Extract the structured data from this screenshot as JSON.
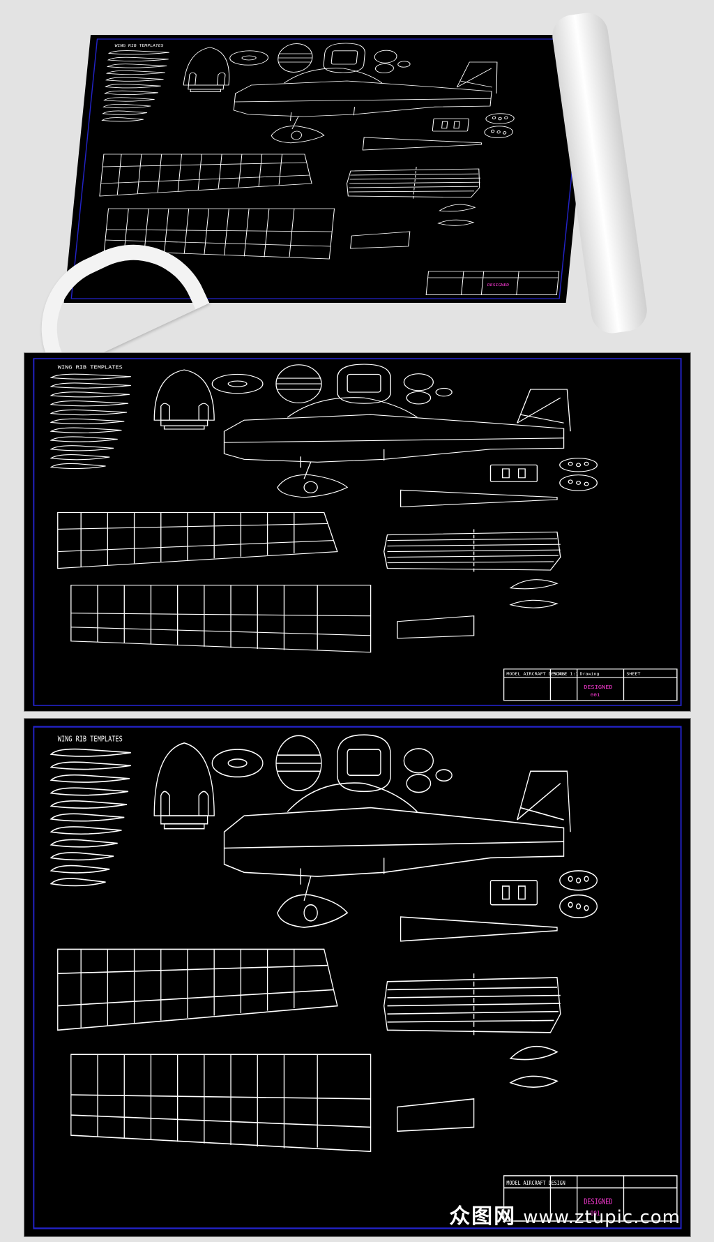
{
  "sheet": {
    "heading": "WING RIB TEMPLATES",
    "title_block": {
      "left_header": "MODEL AIRCRAFT DESIGN",
      "col2_header": "SCALE 1:1",
      "col3_header": "Drawing",
      "col4_header": "SHEET",
      "title": "DESIGNED",
      "number": "001"
    }
  },
  "panels": [
    {
      "name": "perspective-print"
    },
    {
      "name": "flat-print-1"
    },
    {
      "name": "flat-print-2"
    }
  ],
  "watermark": {
    "brand": "众图网",
    "url": "www.ztupic.com"
  },
  "colors": {
    "background": "#000000",
    "line": "#ffffff",
    "border": "#2323c8",
    "title_accent": "#ff3bd8",
    "page": "#e3e3e3"
  }
}
